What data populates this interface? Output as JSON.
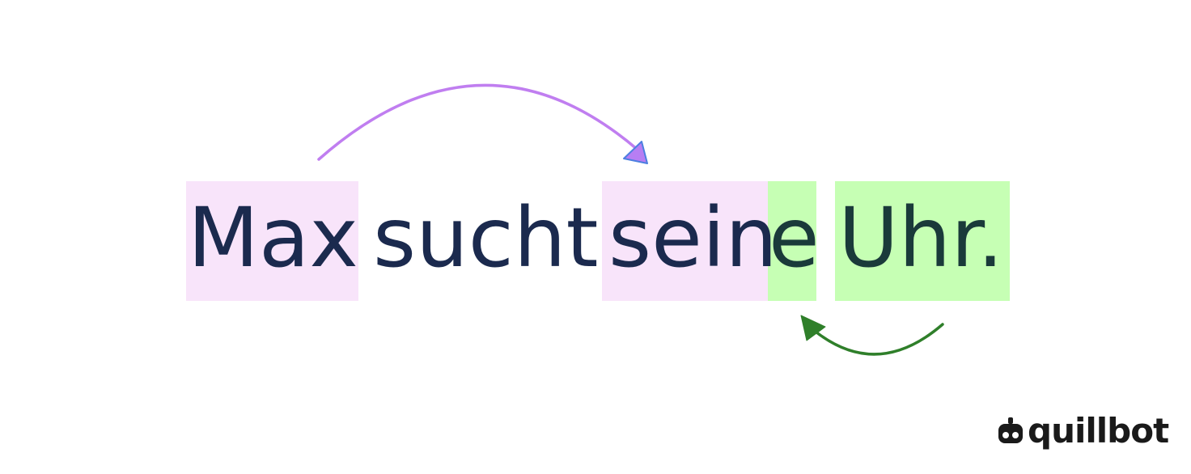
{
  "sentence": {
    "word_max": "Max",
    "word_sucht": "sucht",
    "word_sein": "sein",
    "word_ending": "e",
    "word_uhr": "Uhr."
  },
  "logo": {
    "text": "quillbot",
    "icon": "quillbot-robot-icon"
  },
  "colors": {
    "possessor_highlight": "#f8e4fa",
    "possessed_highlight": "#c6ffb4",
    "purple_arrow": "#c07ef0",
    "purple_arrowhead_fill": "#b77ef3",
    "purple_arrowhead_stroke": "#4c7fe0",
    "green_arrow": "#2f7f2a",
    "text": "#1b2a4e"
  }
}
